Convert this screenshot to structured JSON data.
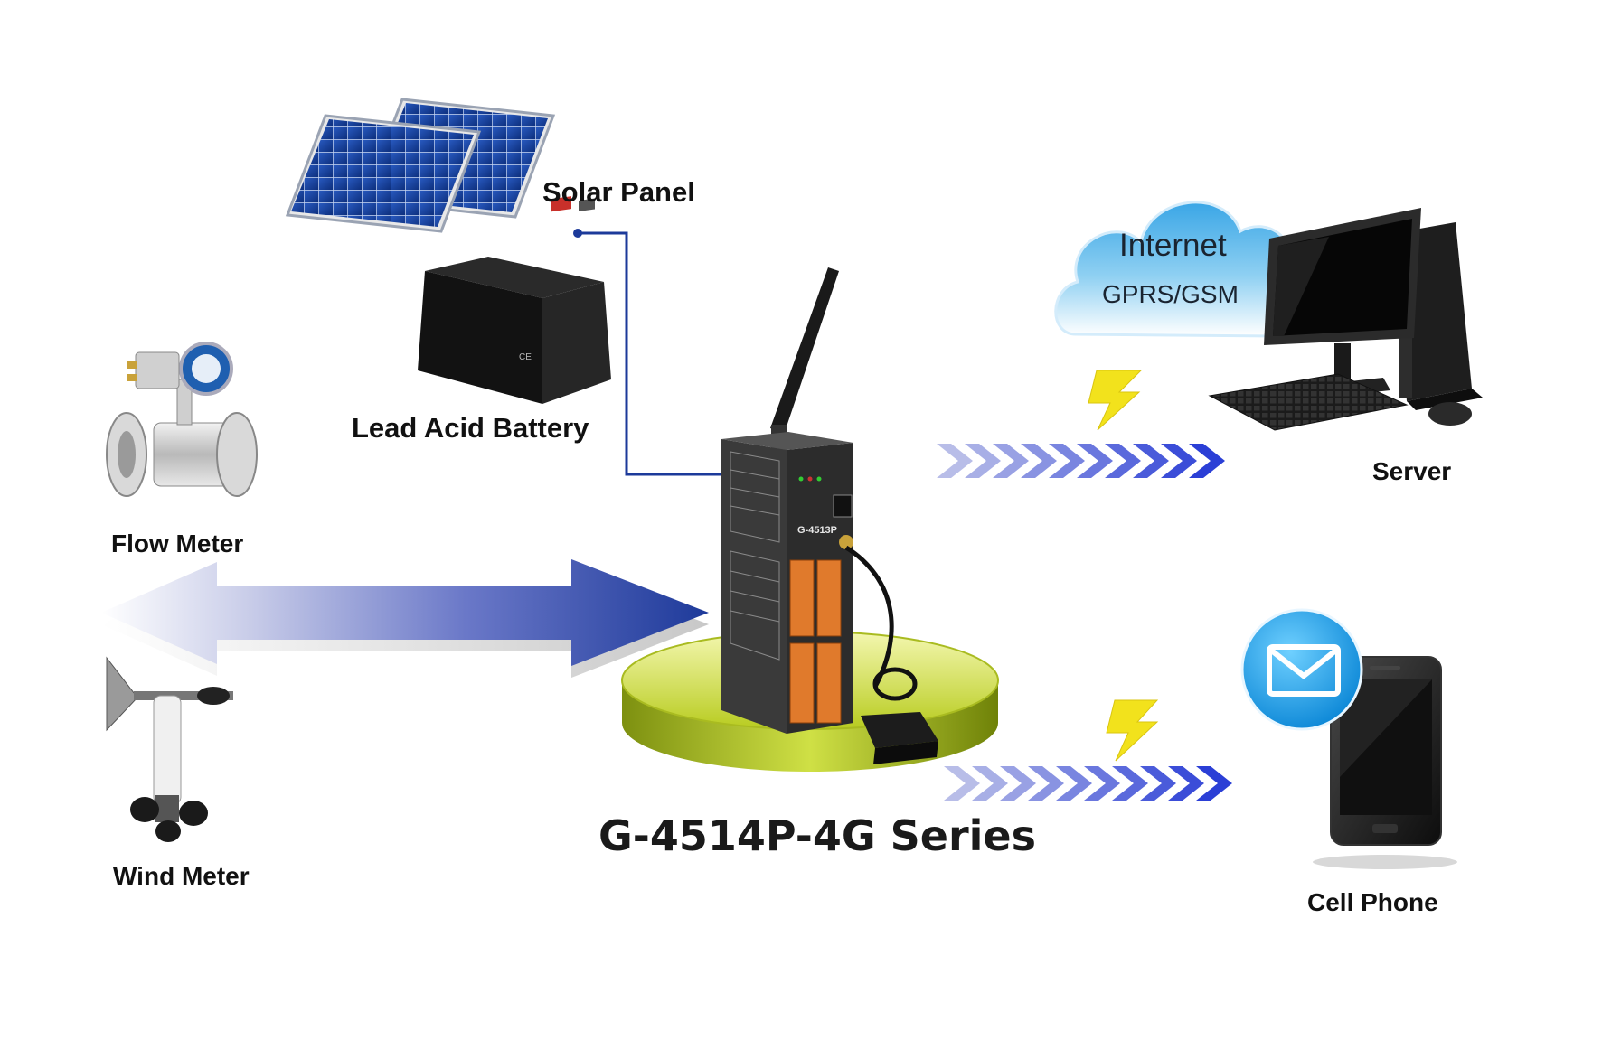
{
  "title": "G-4514P-4G Series",
  "device": {
    "model_label": "G-4513P"
  },
  "labels": {
    "solar_panel": "Solar Panel",
    "lead_acid_battery": "Lead Acid Battery",
    "flow_meter": "Flow Meter",
    "wind_meter": "Wind Meter",
    "server": "Server",
    "cell_phone": "Cell Phone"
  },
  "cloud": {
    "line1": "Internet",
    "line2": "GPRS/GSM"
  },
  "colors": {
    "arrow_blue": "#2a3fd0",
    "power_line": "#1c3a9a",
    "platform": "#b9cc1e",
    "cloud": "#5bb6e8",
    "bolt": "#f2e21c"
  }
}
